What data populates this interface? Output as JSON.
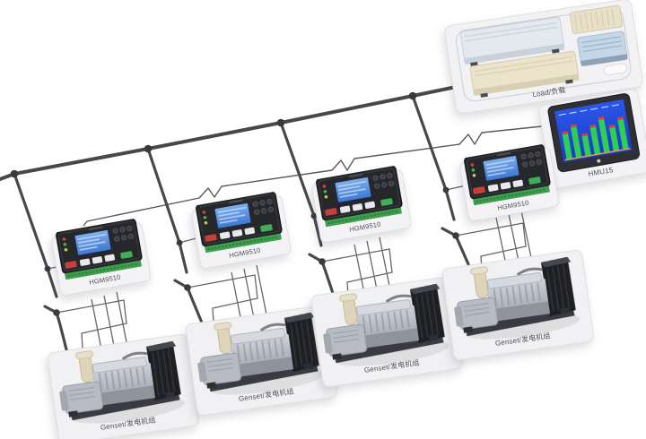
{
  "load": {
    "label": "Load/负载"
  },
  "hmi": {
    "label": "HMU15"
  },
  "controllers": [
    {
      "label": "HGM9510"
    },
    {
      "label": "HGM9510"
    },
    {
      "label": "HGM9510"
    },
    {
      "label": "HGM9510"
    }
  ],
  "gensets": [
    {
      "label": "Genset/发电机组"
    },
    {
      "label": "Genset/发电机组"
    },
    {
      "label": "Genset/发电机组"
    },
    {
      "label": "Genset/发电机组"
    }
  ],
  "colors": {
    "bus_line": "#47484c",
    "thin_wire": "#65666a",
    "comm_wire": "#595a5e",
    "plate": "#f1f1f3",
    "controller_body": "#26272b",
    "lcd_blue": "#4a86dd",
    "hmi_screen_blue": "#1f46d8",
    "hmi_bar_green": "#2ecf52",
    "pcb_green": "#3f9e4e",
    "button_red": "#c5403a",
    "button_green": "#3fae57",
    "radiator_dark": "#1e1f23"
  }
}
